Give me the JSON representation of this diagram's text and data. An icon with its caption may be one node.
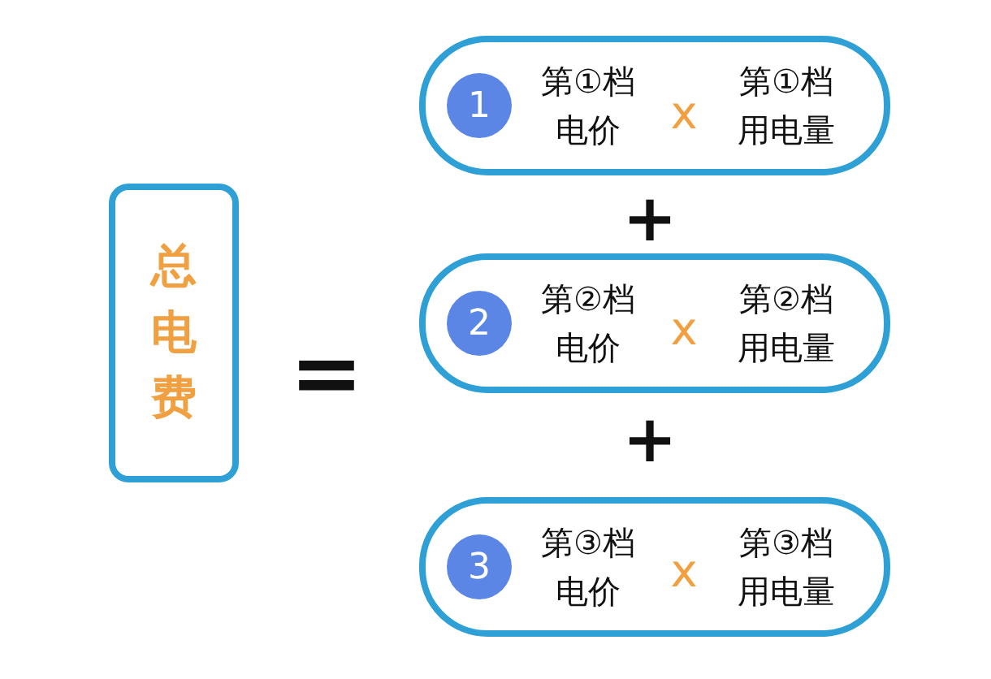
{
  "diagram": {
    "nodes": [
      {
        "text": [
          "总电费"
        ]
      },
      {
        "text": [
          "第①档电价",
          "第①档用电量"
        ]
      },
      {
        "text": [
          "1"
        ],
        "in": 1
      },
      {
        "text": [
          "第②档电价",
          "第②档用电量"
        ]
      },
      {
        "text": [
          "2"
        ],
        "in": 3
      },
      {
        "text": [
          "第③档电价",
          "第③档用电量"
        ]
      },
      {
        "text": [
          "3"
        ],
        "in": 5
      }
    ],
    "edges": [],
    "labels": [
      "=",
      "x",
      "+",
      "x",
      "+",
      "x"
    ]
  }
}
